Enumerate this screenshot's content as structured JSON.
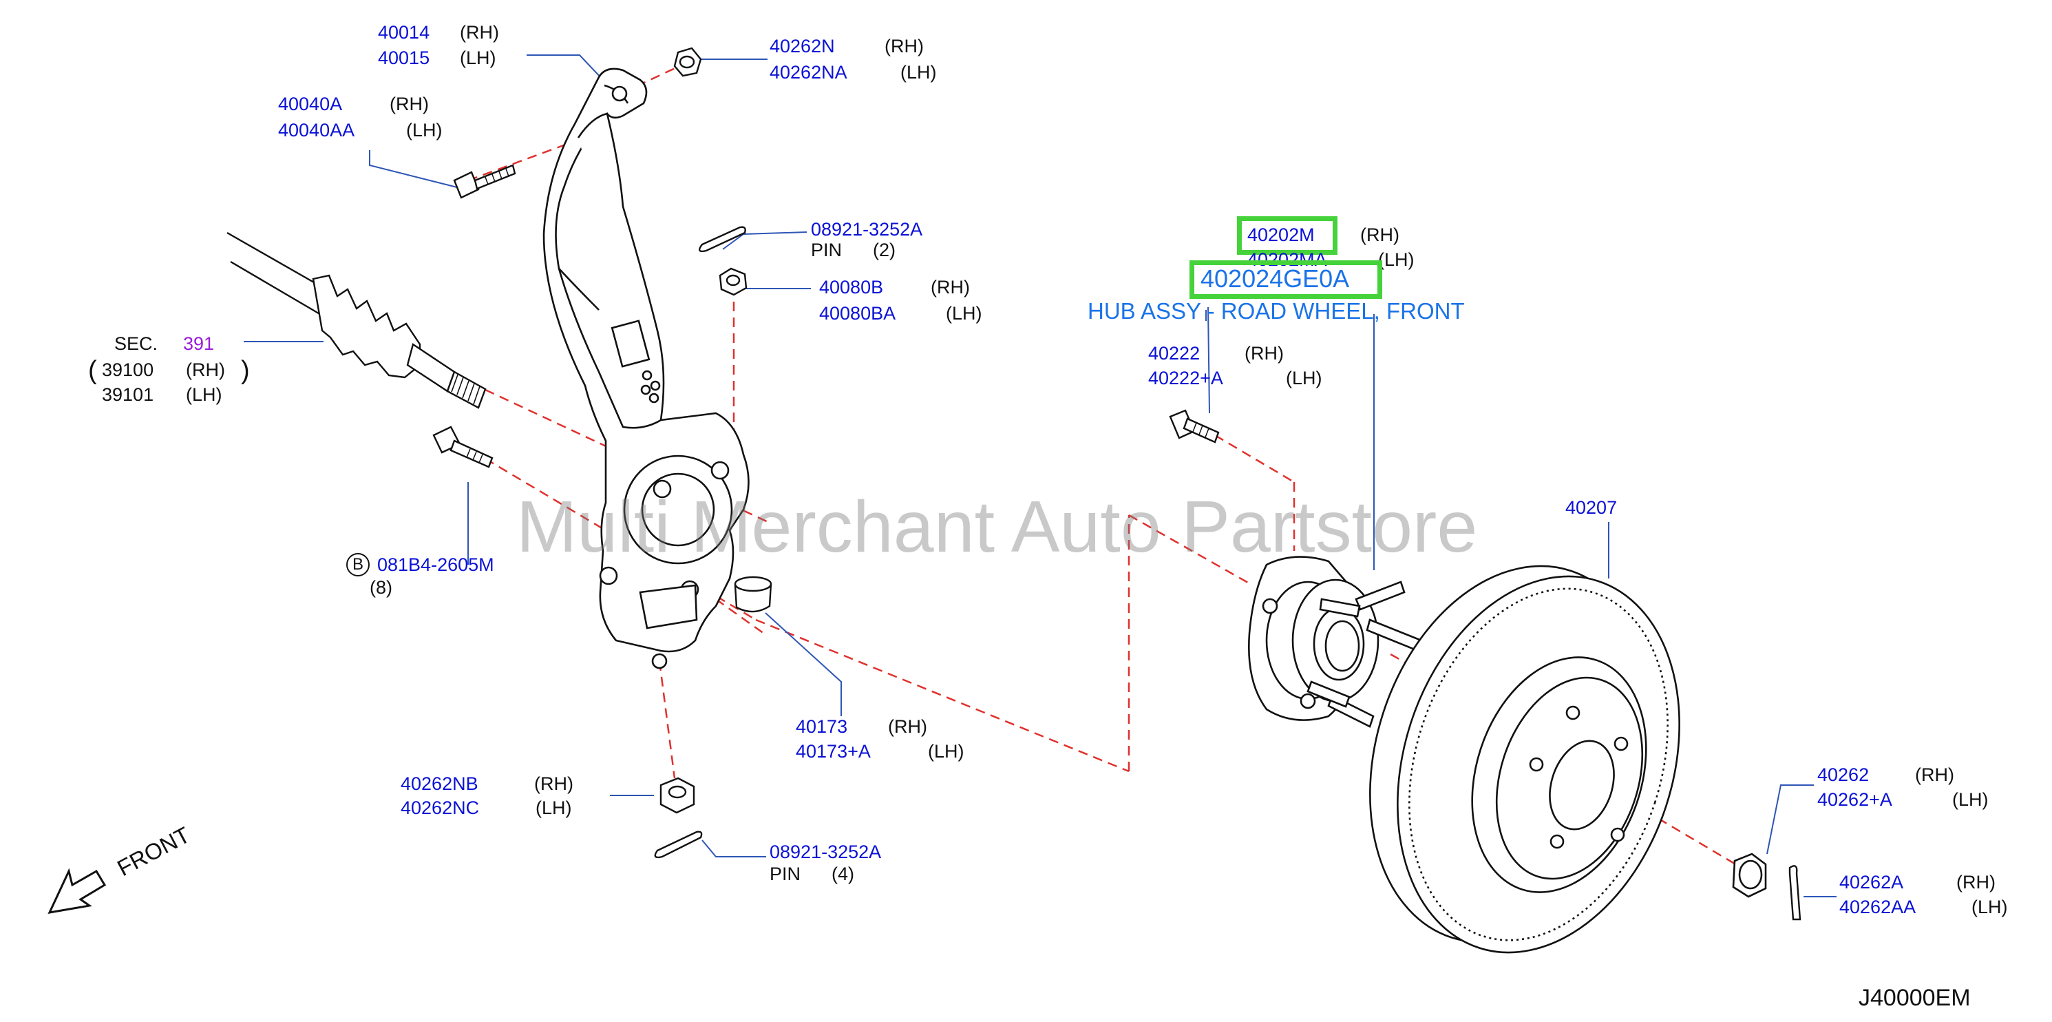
{
  "diagram_code": "J40000EM",
  "watermark": "Multi Merchant Auto Partstore",
  "front_label": "FRONT",
  "hub": {
    "part_no": "402024GE0A",
    "name": "HUB ASSY - ROAD WHEEL, FRONT",
    "highlight_color": "#45d23a"
  },
  "labels": {
    "p40014": "40014",
    "p40014_side": "(RH)",
    "p40015": "40015",
    "p40015_side": "(LH)",
    "p40262N": "40262N",
    "p40262N_side": "(RH)",
    "p40262NA": "40262NA",
    "p40262NA_side": "(LH)",
    "p40040A": "40040A",
    "p40040A_side": "(RH)",
    "p40040AA": "40040AA",
    "p40040AA_side": "(LH)",
    "p08921_top": "08921-3252A",
    "pin_top": "PIN",
    "pin_top_qty": "(2)",
    "p40080B": "40080B",
    "p40080B_side": "(RH)",
    "p40080BA": "40080BA",
    "p40080BA_side": "(LH)",
    "sec": "SEC.",
    "sec_no": "391",
    "p39100": "39100",
    "p39100_side": "(RH)",
    "p39101": "39101",
    "p39101_side": "(LH)",
    "p40202M": "40202M",
    "p40202M_side": "(RH)",
    "p40202MA": "40202MA",
    "p40202MA_side": "(LH)",
    "p40222": "40222",
    "p40222_side": "(RH)",
    "p40222A": "40222+A",
    "p40222A_side": "(LH)",
    "b_mark": "B",
    "p081B4": "081B4-2605M",
    "p081B4_qty": "(8)",
    "p40207": "40207",
    "p40173": "40173",
    "p40173_side": "(RH)",
    "p40173A": "40173+A",
    "p40173A_side": "(LH)",
    "p40262NB": "40262NB",
    "p40262NB_side": "(RH)",
    "p40262NC": "40262NC",
    "p40262NC_side": "(LH)",
    "p08921_bot": "08921-3252A",
    "pin_bot": "PIN",
    "pin_bot_qty": "(4)",
    "p40262": "40262",
    "p40262_side": "(RH)",
    "p40262pA": "40262+A",
    "p40262pA_side": "(LH)",
    "p40262A": "40262A",
    "p40262A_side": "(RH)",
    "p40262AA": "40262AA",
    "p40262AA_side": "(LH)"
  }
}
